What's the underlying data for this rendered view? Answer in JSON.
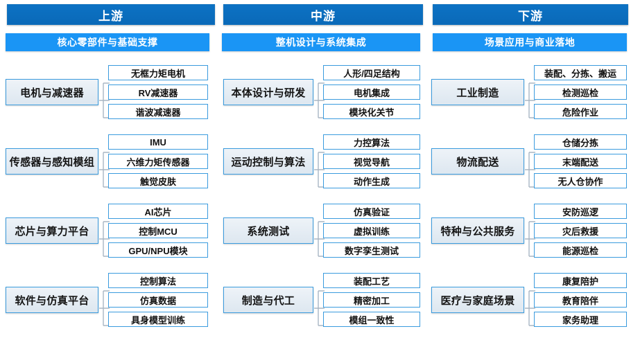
{
  "theme": {
    "header_dark": "#0a69b8",
    "header_light": "#1a95f5",
    "box_border": "#3a9bde",
    "parent_fill": "#e4ecf4",
    "child_fill": "#ffffff",
    "text_dark": "#111111",
    "text_light": "#ffffff"
  },
  "columns": [
    {
      "tier": "上游",
      "subtitle": "核心零部件与基础支撑",
      "groups": [
        {
          "label": "电机与减速器",
          "children": [
            "无框力矩电机",
            "RV减速器",
            "谐波减速器"
          ]
        },
        {
          "label": "传感器与感知模组",
          "children": [
            "IMU",
            "六维力矩传感器",
            "触觉皮肤"
          ]
        },
        {
          "label": "芯片与算力平台",
          "children": [
            "AI芯片",
            "控制MCU",
            "GPU/NPU模块"
          ]
        },
        {
          "label": "软件与仿真平台",
          "children": [
            "控制算法",
            "仿真数据",
            "具身模型训练"
          ]
        }
      ]
    },
    {
      "tier": "中游",
      "subtitle": "整机设计与系统集成",
      "groups": [
        {
          "label": "本体设计与研发",
          "children": [
            "人形/四足结构",
            "电机集成",
            "模块化关节"
          ]
        },
        {
          "label": "运动控制与算法",
          "children": [
            "力控算法",
            "视觉导航",
            "动作生成"
          ]
        },
        {
          "label": "系统测试",
          "children": [
            "仿真验证",
            "虚拟训练",
            "数字孪生测试"
          ]
        },
        {
          "label": "制造与代工",
          "children": [
            "装配工艺",
            "精密加工",
            "模组一致性"
          ]
        }
      ]
    },
    {
      "tier": "下游",
      "subtitle": "场景应用与商业落地",
      "groups": [
        {
          "label": "工业制造",
          "children": [
            "装配、分拣、搬运",
            "检测巡检",
            "危险作业"
          ]
        },
        {
          "label": "物流配送",
          "children": [
            "仓储分拣",
            "末端配送",
            "无人仓协作"
          ]
        },
        {
          "label": "特种与公共服务",
          "children": [
            "安防巡逻",
            "灾后救援",
            "能源巡检"
          ]
        },
        {
          "label": "医疗与家庭场景",
          "children": [
            "康复陪护",
            "教育陪伴",
            "家务助理"
          ]
        }
      ]
    }
  ]
}
